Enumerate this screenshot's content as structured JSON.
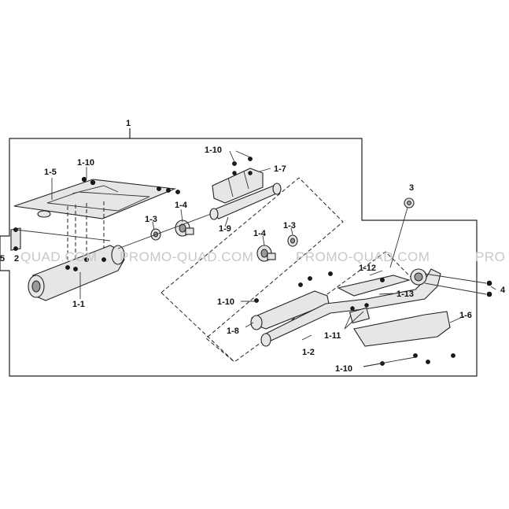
{
  "watermarks": [
    "QUAD.COM",
    "PROMO-QUAD.COM",
    "PROMO-QUAD.COM",
    "PRO"
  ],
  "labels": {
    "assembly": "1",
    "muffler": "1-1",
    "front_pipe": "1-2",
    "gasket_a": "1-3",
    "gasket_b": "1-3",
    "clamp_a": "1-4",
    "clamp_b": "1-4",
    "heat_shield_muffler": "1-5",
    "heat_shield_lower": "1-6",
    "heat_shield_upper": "1-7",
    "tail_pipe": "1-8",
    "connecting_pipe": "1-9",
    "bolt_top_left": "1-10",
    "bolt_top_right": "1-10",
    "bolt_mid": "1-10",
    "bolt_bottom": "1-10",
    "clamp_bracket": "1-11",
    "heat_shield_mid": "1-12",
    "bolt_shield": "1-13",
    "exhaust_gasket": "3",
    "nuts": "4",
    "bracket": "2",
    "bracket_bolt": "5"
  },
  "colors": {
    "line": "#222222",
    "part_fill": "#e6e6e6",
    "watermark": "#c8c8c8"
  }
}
